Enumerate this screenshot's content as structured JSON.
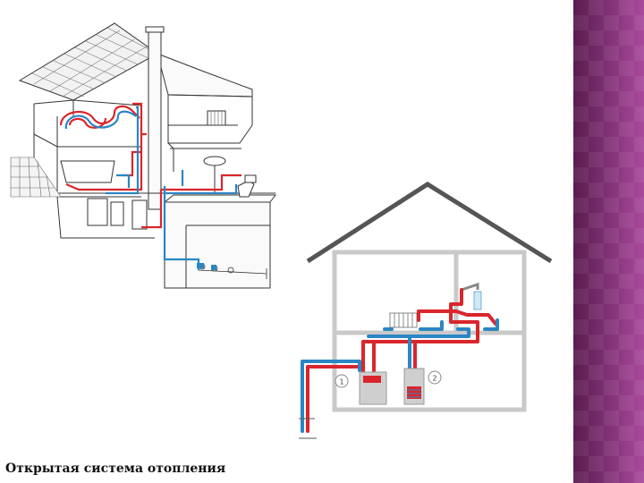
{
  "caption": "Открытая система отопления",
  "colors": {
    "supply_pipe": "#d9262c",
    "return_pipe": "#2a86c4",
    "sketch_line": "#333333",
    "house_outline": "#c9c9c9",
    "roof": "#555555",
    "side_panel": "#8b3a80"
  },
  "right_diagram": {
    "label_1": "1",
    "label_2": "2"
  }
}
